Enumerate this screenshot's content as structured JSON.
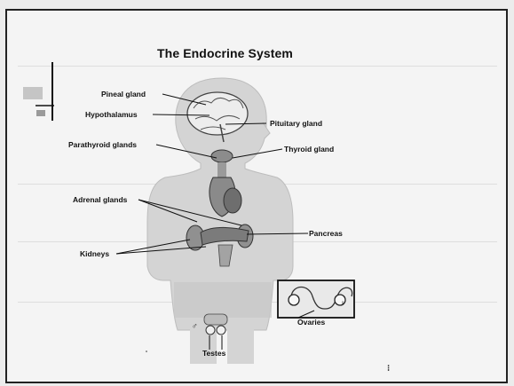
{
  "title": "The Endocrine System",
  "labels": {
    "pineal": "Pineal gland",
    "hypothalamus": "Hypothalamus",
    "pituitary": "Pituitary gland",
    "parathyroid": "Parathyroid glands",
    "thyroid": "Thyroid gland",
    "adrenal": "Adrenal glands",
    "pancreas": "Pancreas",
    "kidneys": "Kidneys",
    "ovaries": "Ovaries",
    "testes": "Testes"
  },
  "symbols": {
    "male": "♂",
    "female": "♀"
  }
}
